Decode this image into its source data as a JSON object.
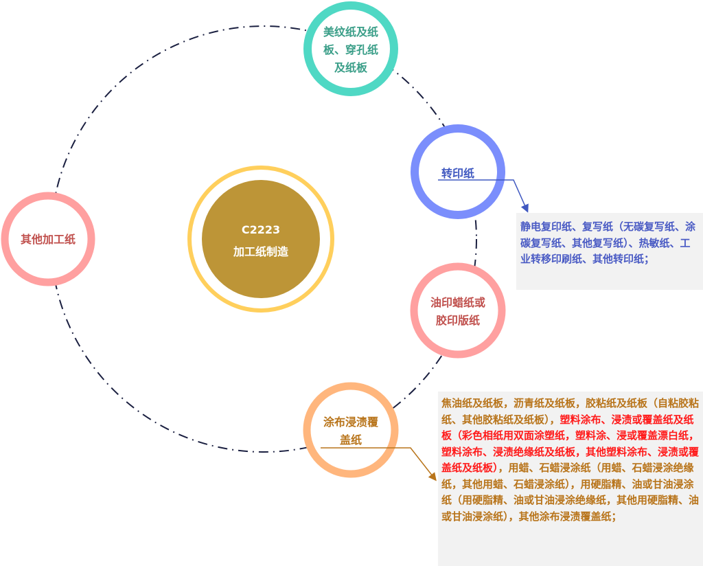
{
  "center": {
    "line1": "C2223",
    "line2": "加工纸制造"
  },
  "nodes": {
    "embossed": {
      "line1": "美纹纸及纸",
      "line2": "板、穿孔纸",
      "line3": "及纸板"
    },
    "transfer": {
      "label": "转印纸"
    },
    "other": {
      "label": "其他加工纸"
    },
    "stencil": {
      "line1": "油印蜡纸或",
      "line2": "胶印版纸"
    },
    "coated": {
      "line1": "涂布浸渍覆",
      "line2": "盖纸"
    }
  },
  "details": {
    "transfer": "静电复印纸、复写纸（无碳复写纸、涂碳复写纸、其他复写纸）、热敏纸、工业转移印刷纸、其他转印纸；",
    "coated_part1": "焦油纸及纸板，沥青纸及纸板，胶粘纸及纸板（自粘胶粘纸、其他胶粘纸及纸板），",
    "coated_part2": "塑料涂布、浸渍或覆盖纸及纸板（彩色相纸用双面涂塑纸，塑料涂、浸或覆盖漂白纸，塑料涂布、浸渍绝缘纸及纸板，其他塑料涂布、浸渍或覆盖纸及纸板）",
    "coated_part3": "，用蜡、石蜡浸涂纸（用蜡、石蜡浸涂绝缘纸，其他用蜡、石蜡浸涂纸），用硬脂精、油或甘油浸涂纸（用硬脂精、油或甘油浸涂绝缘纸，其他用硬脂精、油或甘油浸涂纸），其他涂布浸渍覆盖纸；"
  },
  "colors": {
    "teal": "#4fd8c4",
    "blue": "#7b8efc",
    "pink": "#ffa0a0",
    "orange": "#ffb67d",
    "gold": "#bd9537",
    "yellow": "#ffcf5c",
    "orbit": "#1a1f40"
  }
}
